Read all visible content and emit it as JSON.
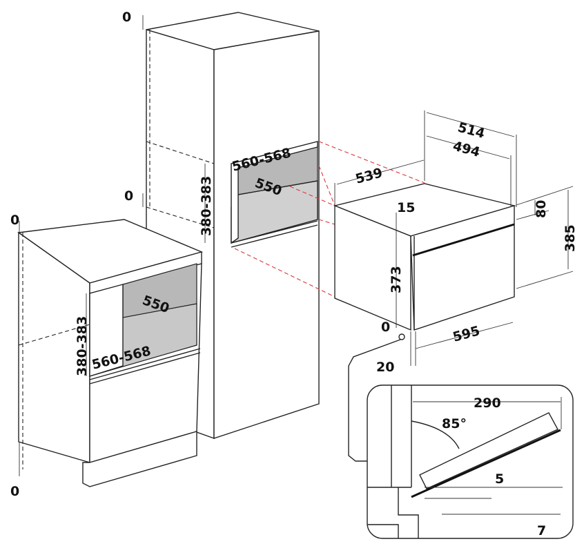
{
  "title": "Built-in oven installation dimensions",
  "tall_cabinet": {
    "top_clearance": "0",
    "mid_clearance": "0",
    "niche_width": "560-568",
    "niche_depth": "550",
    "niche_height": "380-383"
  },
  "base_cabinet": {
    "top_clearance": "0",
    "bottom_clearance": "0",
    "niche_width": "560-568",
    "niche_depth": "550",
    "niche_height": "380-383"
  },
  "oven": {
    "total_depth": "514",
    "body_depth": "494",
    "side_depth": "539",
    "top_offset": "15",
    "panel_height": "80",
    "total_height": "385",
    "body_height": "373",
    "bottom_clearance": "0",
    "width": "595",
    "front_thickness": "20"
  },
  "door_detail": {
    "open_length": "290",
    "angle": "85°",
    "gap": "5",
    "bottom_gap": "7"
  }
}
